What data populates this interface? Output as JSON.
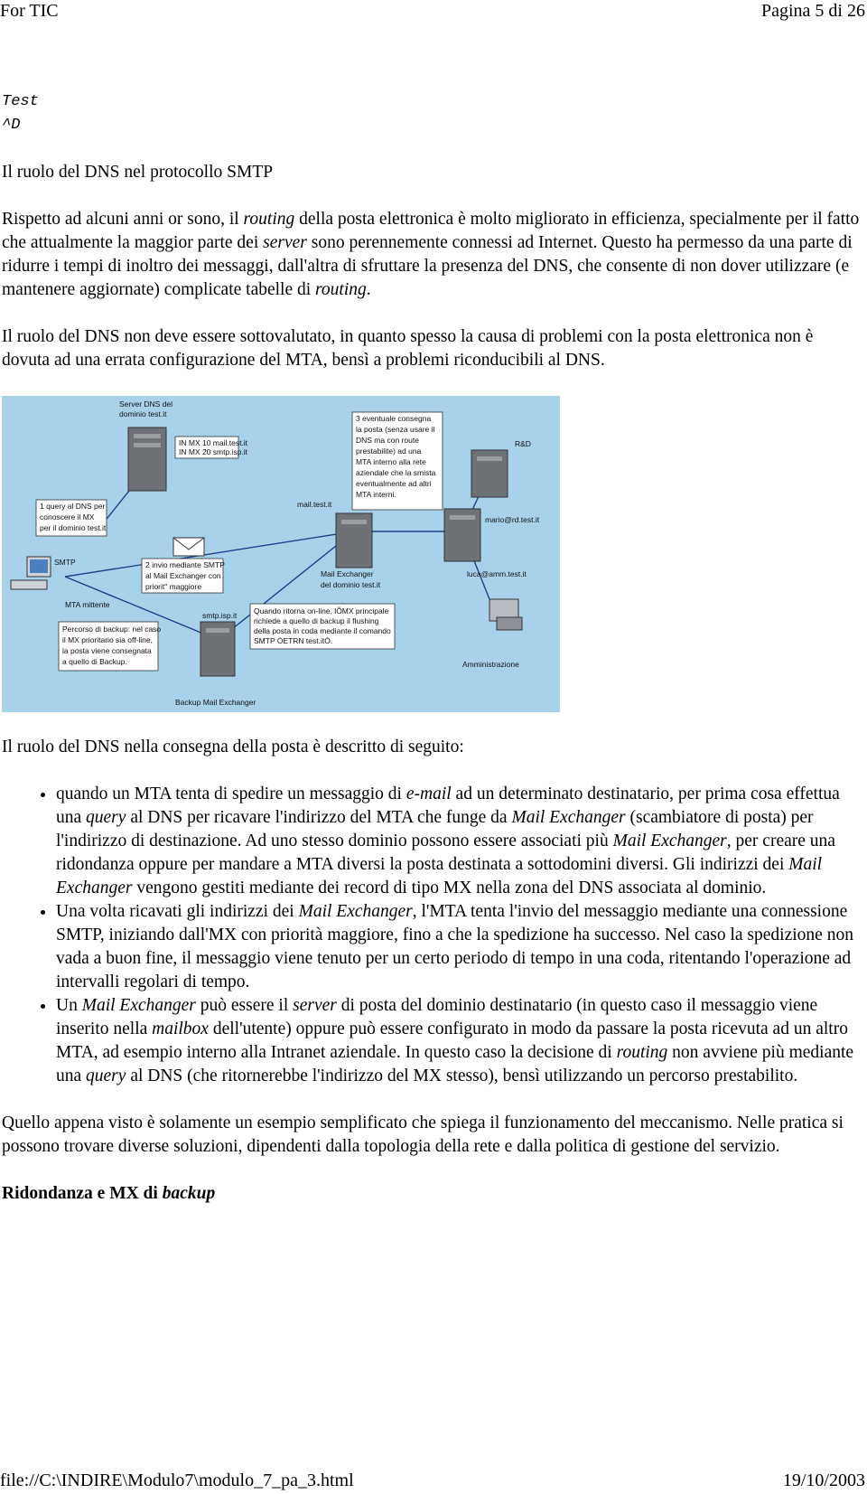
{
  "header": {
    "left": "For TIC",
    "right": "Pagina 5 di 26"
  },
  "footer": {
    "left": "file://C:\\INDIRE\\Modulo7\\modulo_7_pa_3.html",
    "right": "19/10/2003"
  },
  "mono": {
    "line1": "Test",
    "line2": "^D"
  },
  "section_title": "Il ruolo del DNS nel protocollo SMTP",
  "para1": {
    "a": "Rispetto ad alcuni anni or sono, il ",
    "b": "routing",
    "c": " della posta elettronica è molto migliorato in efficienza, specialmente per il fatto che attualmente la maggior parte dei ",
    "d": "server",
    "e": " sono perennemente connessi ad Internet. Questo ha permesso da una parte di ridurre i tempi di inoltro dei messaggi, dall'altra di sfruttare la presenza del DNS, che consente di non dover utilizzare (e mantenere aggiornate) complicate tabelle di ",
    "f": "routing",
    "g": "."
  },
  "para2": "Il ruolo del DNS non deve essere sottovalutato, in quanto spesso la causa di problemi con la posta elettronica non è dovuta ad una errata configurazione del MTA, bensì a problemi riconducibili al DNS.",
  "figure": {
    "server_dns": [
      "Server DNS del",
      "dominio test.it"
    ],
    "mx_records": [
      "IN MX 10 mail.test.it",
      "IN MX 20 smtp.isp.it"
    ],
    "step3": [
      "3 eventuale consegna",
      "la posta (senza usare il",
      "DNS ma con route",
      "prestabilite) ad una",
      "MTA interno alla rete",
      "aziendale che la smista",
      "eventualmente ad altri",
      "MTA interni."
    ],
    "rd": "R&D",
    "mail_host": "mail.test.it",
    "mario": "mario@rd.test.it",
    "step1": [
      "1 query al DNS per",
      "conoscere il MX",
      "per il dominio test.it"
    ],
    "smtp": "SMTP",
    "step2": [
      "2 invio mediante SMTP",
      "al Mail Exchanger con",
      "priorit\" maggiore"
    ],
    "mx_main": [
      "Mail Exchanger",
      "del dominio test.it"
    ],
    "luca": "luca@amm.test.it",
    "mta_sender": "MTA mittente",
    "smtp_isp": "smtp.isp.it",
    "return_note": [
      "Quando ritorna on-line, lÕMX principale",
      "richiede a quello di backup il flushing",
      "della posta in coda mediante il comando",
      "SMTP ÒETRN test.itÓ."
    ],
    "backup_note": [
      "Percorso di backup: nel caso",
      "il MX prioritario  sia off-line,",
      "la posta viene  consegnata",
      "a quello di Backup."
    ],
    "admin": "Amministrazione",
    "backup_mx": "Backup Mail Exchanger"
  },
  "para3": "Il ruolo del DNS nella consegna della posta è descritto di seguito:",
  "bullet1": {
    "a": "quando un MTA tenta di spedire un messaggio di ",
    "b": "e-mail",
    "c": " ad un determinato destinatario, per prima cosa effettua una ",
    "d": "query",
    "e": " al DNS per ricavare l'indirizzo del MTA che funge da ",
    "f": "Mail Exchanger",
    "g": " (scambiatore di posta) per l'indirizzo di destinazione. Ad uno stesso dominio possono essere associati più ",
    "h": "Mail Exchanger",
    "i": ", per creare una ridondanza oppure per mandare a MTA diversi la posta destinata a sottodomini diversi. Gli indirizzi dei ",
    "j": "Mail Exchanger",
    "k": " vengono gestiti mediante dei record di tipo MX nella zona del DNS associata al dominio."
  },
  "bullet2": {
    "a": "Una volta ricavati gli indirizzi dei ",
    "b": "Mail Exchanger",
    "c": ", l'MTA tenta l'invio del messaggio mediante una connessione SMTP, iniziando dall'MX con priorità maggiore, fino a che la spedizione ha successo. Nel caso la spedizione non vada a buon fine, il messaggio viene tenuto per un certo periodo di tempo in una coda, ritentando l'operazione ad intervalli regolari di tempo."
  },
  "bullet3": {
    "a": "Un ",
    "b": "Mail Exchanger",
    "c": " può essere il ",
    "d": "server",
    "e": " di posta del dominio destinatario (in questo caso il messaggio viene inserito nella ",
    "f": "mailbox",
    "g": " dell'utente) oppure può essere configurato in modo da passare la posta ricevuta ad un altro MTA, ad esempio interno alla Intranet aziendale. In questo caso la decisione di ",
    "h": "routing",
    "i": " non avviene più mediante una ",
    "j": "query",
    "k": " al DNS (che ritornerebbe l'indirizzo del MX stesso), bensì utilizzando un percorso prestabilito."
  },
  "para4": "Quello appena visto è solamente un esempio semplificato che spiega il funzionamento del meccanismo. Nelle pratica si possono trovare diverse soluzioni, dipendenti dalla topologia della rete e dalla politica di gestione del servizio.",
  "heading2": {
    "a": "Ridondanza e MX di ",
    "b": "backup"
  }
}
